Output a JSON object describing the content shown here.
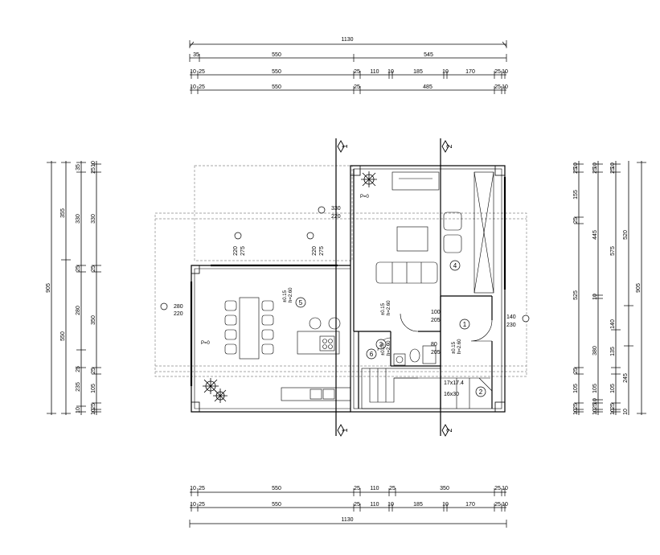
{
  "dimensions": {
    "top": {
      "overall": "1130",
      "row1": [
        "35",
        "550",
        "545"
      ],
      "row2": [
        "10",
        "25",
        "550",
        "25",
        "110",
        "10",
        "185",
        "10",
        "170",
        "25",
        "10"
      ],
      "row3": [
        "10",
        "25",
        "550",
        "25",
        "485",
        "25",
        "10"
      ]
    },
    "bottom": {
      "row1": [
        "10",
        "25",
        "550",
        "25",
        "110",
        "25",
        "350",
        "25",
        "10"
      ],
      "row2": [
        "10",
        "25",
        "550",
        "25",
        "110",
        "10",
        "185",
        "10",
        "170",
        "25",
        "10"
      ],
      "overall": "1130"
    },
    "left": {
      "overall": "905",
      "col1": [
        "355",
        "550"
      ],
      "col2": [
        "35",
        "330",
        "25",
        "280",
        "235",
        "25",
        "10"
      ],
      "col3": [
        "10",
        "25",
        "330",
        "25",
        "350",
        "25",
        "105",
        "25",
        "10"
      ]
    },
    "right": {
      "col1": [
        "10",
        "25",
        "155",
        "25",
        "525",
        "25",
        "105",
        "25",
        "10"
      ],
      "col2": [
        "10",
        "25",
        "445",
        "10",
        "380",
        "10",
        "105",
        "25",
        "10"
      ],
      "col3": [
        "10",
        "25",
        "575",
        "140",
        "135",
        "105",
        "25",
        "10"
      ],
      "col4": [
        "520",
        "245",
        "10"
      ],
      "overall": "905"
    }
  },
  "axes": {
    "left_top": "1",
    "right_top": "2",
    "left_bottom": "1",
    "right_bottom": "2"
  },
  "rooms": [
    "1",
    "2",
    "3",
    "4",
    "5",
    "6"
  ],
  "openings": {
    "o1": [
      "330",
      "220"
    ],
    "o2": [
      "275",
      "220"
    ],
    "o3": [
      "275",
      "220"
    ],
    "o4": [
      "280",
      "220"
    ],
    "o5": [
      "100",
      "205"
    ],
    "o6": [
      "80",
      "205"
    ],
    "o7": [
      "140",
      "230"
    ]
  },
  "stair": {
    "line1": "17x17.4",
    "line2": "16x30"
  },
  "level_mark": "P=0",
  "level_tags": [
    "±0.15",
    "±0.15",
    "±0.15",
    "±0.15"
  ],
  "level_tags2": [
    "h=2.60",
    "h=2.60",
    "h=2.60",
    "h=2.60"
  ],
  "colors": {
    "line": "#000000",
    "dashed": "#8a8a8a"
  }
}
